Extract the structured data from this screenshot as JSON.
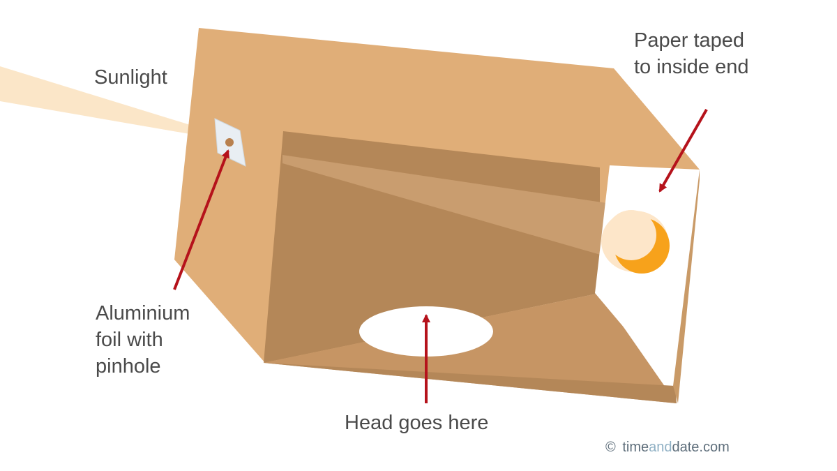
{
  "labels": {
    "sunlight": "Sunlight",
    "paper_line1": "Paper taped",
    "paper_line2": "to inside end",
    "foil_line1": "Aluminium",
    "foil_line2": "foil with",
    "foil_line3": "pinhole",
    "head": "Head goes here"
  },
  "credit": {
    "symbol": "©",
    "part1": "time",
    "part2": "and",
    "part3": "date.com"
  },
  "colors": {
    "box_top_side": "#e0ae78",
    "box_inner": "#b48758",
    "box_bottom_edge": "#c99a67",
    "arrow": "#b5121b",
    "sun_ray": "#fbe3c2",
    "eclipse_sun": "#f7a21b"
  }
}
